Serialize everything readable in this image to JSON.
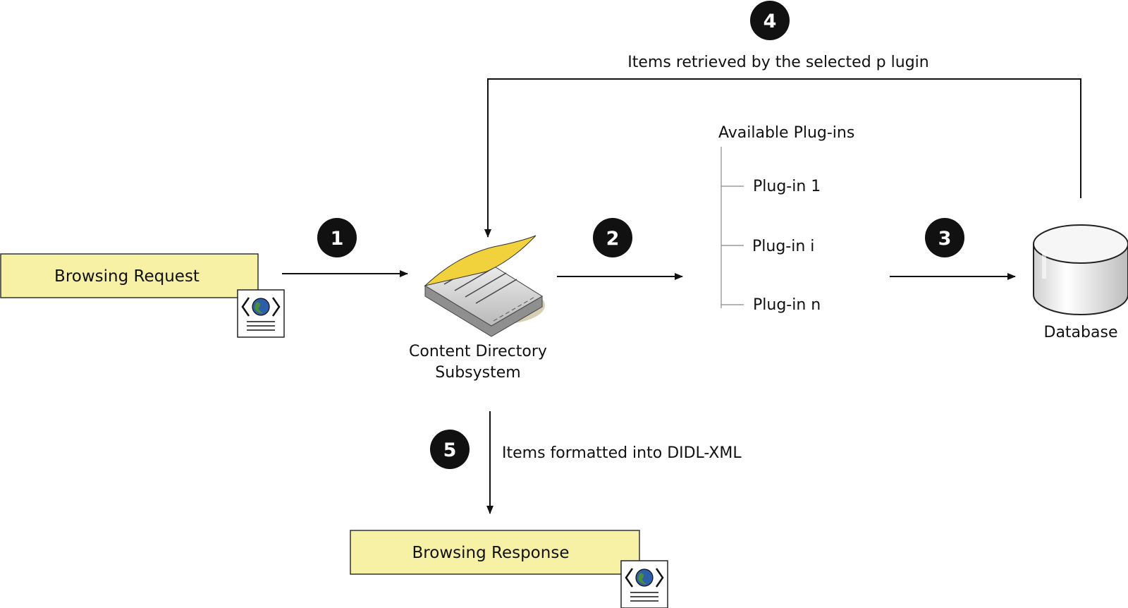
{
  "request_box": {
    "label": "Browsing Request"
  },
  "response_box": {
    "label": "Browsing Response"
  },
  "subsystem": {
    "line1": "Content Directory",
    "line2": "Subsystem"
  },
  "plugins": {
    "title": "Available Plug-ins",
    "items": [
      "Plug-in 1",
      "Plug-in i",
      "Plug-in n"
    ]
  },
  "database": {
    "label": "Database"
  },
  "steps": [
    "1",
    "2",
    "3",
    "4",
    "5"
  ],
  "annotations": {
    "retrieved": "Items retrieved by the selected p lugin",
    "formatted": "Items formatted into DIDL-XML"
  },
  "icons": {
    "document": "web-document-icon",
    "book": "book-icon",
    "database": "database-icon"
  },
  "colors": {
    "box_fill": "#f7f1a6",
    "badge": "#111111",
    "book_page": "#f2d23c",
    "globe": "#2d5fa8",
    "globe_land": "#4a8d3a"
  }
}
